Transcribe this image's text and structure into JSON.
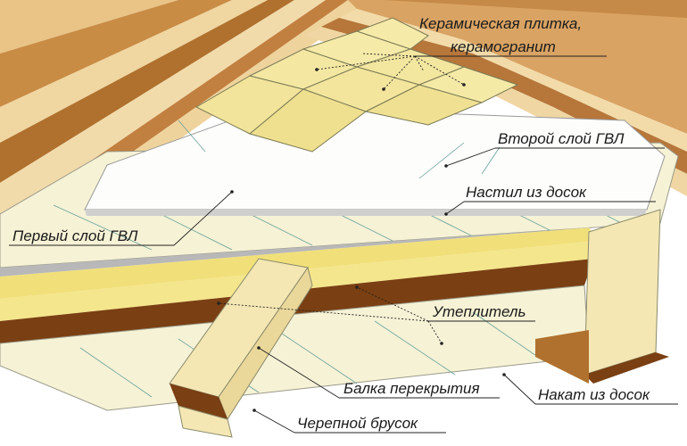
{
  "labels": {
    "tile_line1": "Керамическая плитка,",
    "tile_line2": "керамогранит",
    "gvl2": "Второй слой ГВЛ",
    "boards_top": "Настил из досок",
    "gvl1": "Первый слой ГВЛ",
    "insulation": "Утеплитель",
    "beam": "Балка перекрытия",
    "subfloor": "Накат из досок",
    "cranial": "Черепной брусок"
  },
  "colors": {
    "wood_light": "#f3dca8",
    "wood_mid": "#d8a25a",
    "wood_dark": "#8a4a15",
    "tile": "#f3e59a",
    "gvl": "#fbfbf7",
    "board_deck": "#f5f1d4",
    "insulation_yellow": "#f1e07a",
    "insulation_brown": "#7a3f12",
    "beam": "#f4e7b4"
  }
}
